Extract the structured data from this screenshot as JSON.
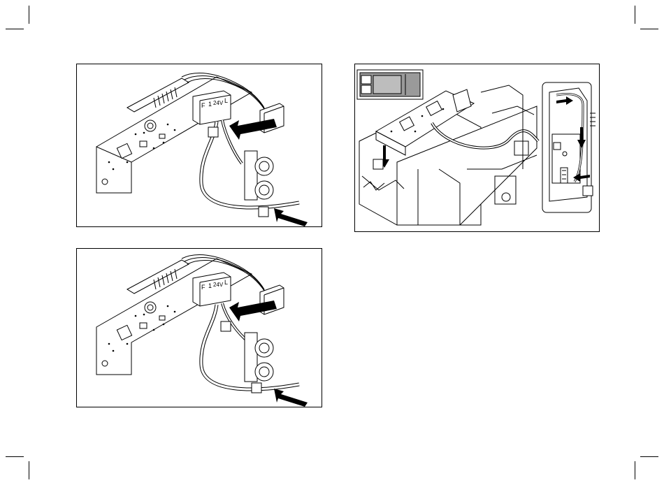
{
  "figures": [
    {
      "id": "fig-top-left",
      "terminal_labels": [
        "F",
        "1",
        "24V",
        "L"
      ]
    },
    {
      "id": "fig-bottom-left",
      "terminal_labels": [
        "F",
        "1",
        "24V",
        "L"
      ]
    },
    {
      "id": "fig-right"
    }
  ],
  "colors": {
    "line": "#000000",
    "background": "#ffffff",
    "arrow": "#000000"
  }
}
